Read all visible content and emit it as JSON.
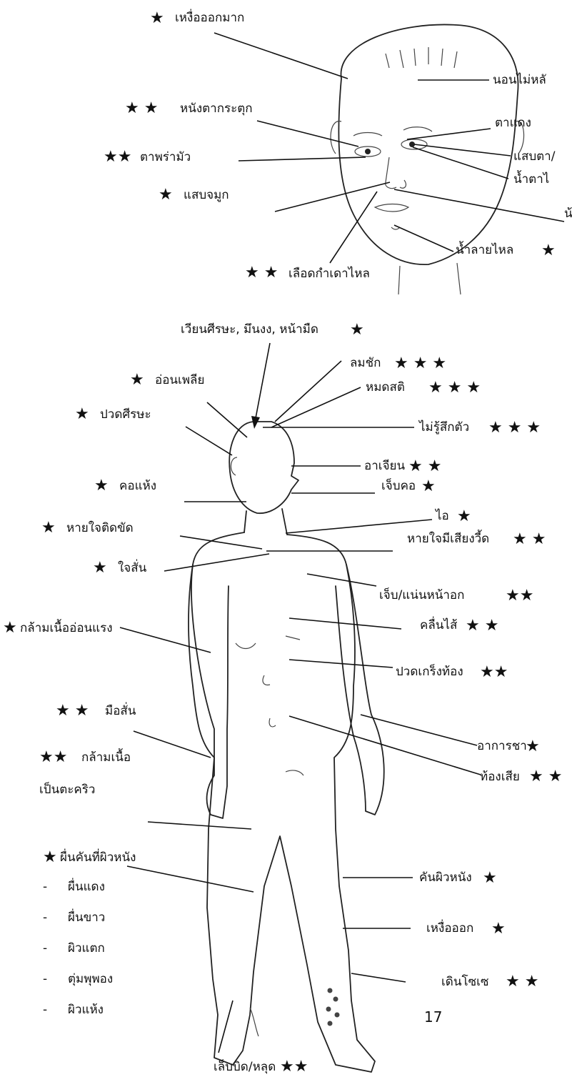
{
  "star": "★",
  "face_labels": [
    {
      "id": "heavy-sweating",
      "text": "เหงื่อออกมาก",
      "stars": "★"
    },
    {
      "id": "insomnia",
      "text": "นอนไม่หลั",
      "stars": ""
    },
    {
      "id": "eyelid-twitch",
      "text": "หนังตากระตุก",
      "stars": "★ ★"
    },
    {
      "id": "red-eyes",
      "text": "ตาแดง",
      "stars": ""
    },
    {
      "id": "blurred-vision",
      "text": "ตาพร่ามัว",
      "stars": "★★"
    },
    {
      "id": "eye-irritation",
      "text": "แสบตา/",
      "stars": ""
    },
    {
      "id": "tearing",
      "text": "น้ำตาไ",
      "stars": ""
    },
    {
      "id": "nose-irritation",
      "text": "แสบจมูก",
      "stars": "★"
    },
    {
      "id": "runny-nose",
      "text": "น้",
      "stars": ""
    },
    {
      "id": "nosebleed",
      "text": "เลือดกำเดาไหล",
      "stars": "★ ★"
    },
    {
      "id": "drooling",
      "text": "น้ำลายไหล",
      "stars": "★"
    }
  ],
  "body_labels": [
    {
      "id": "dizziness",
      "text": "เวียนศีรษะ, มึนงง, หน้ามืด",
      "stars": "★"
    },
    {
      "id": "seizure",
      "text": "ลมชัก",
      "stars": "★ ★ ★"
    },
    {
      "id": "fatigue",
      "text": "อ่อนเพลีย",
      "stars": "★"
    },
    {
      "id": "fainting",
      "text": "หมดสติ",
      "stars": "★ ★ ★"
    },
    {
      "id": "headache",
      "text": "ปวดศีรษะ",
      "stars": "★"
    },
    {
      "id": "unconscious",
      "text": "ไม่รู้สึกตัว",
      "stars": "★ ★ ★"
    },
    {
      "id": "vomiting",
      "text": "อาเจียน",
      "stars": "★ ★"
    },
    {
      "id": "dry-throat",
      "text": "คอแห้ง",
      "stars": "★"
    },
    {
      "id": "sore-throat",
      "text": "เจ็บคอ",
      "stars": "★"
    },
    {
      "id": "cough",
      "text": "ไอ",
      "stars": "★"
    },
    {
      "id": "shortness-of-breath",
      "text": "หายใจติดขัด",
      "stars": "★"
    },
    {
      "id": "wheezing",
      "text": "หายใจมีเสียงวี้ด",
      "stars": "★ ★"
    },
    {
      "id": "palpitations",
      "text": "ใจสั่น",
      "stars": "★"
    },
    {
      "id": "chest-pain",
      "text": "เจ็บ/แน่นหน้าอก",
      "stars": "★★"
    },
    {
      "id": "nausea",
      "text": "คลื่นไส้",
      "stars": "★ ★"
    },
    {
      "id": "muscle-weakness",
      "text": "กล้ามเนื้ออ่อนแรง",
      "stars": "★"
    },
    {
      "id": "abdominal-cramps",
      "text": "ปวดเกร็งท้อง",
      "stars": "★★"
    },
    {
      "id": "hand-tremor",
      "text": "มือสั่น",
      "stars": "★ ★"
    },
    {
      "id": "numbness",
      "text": "อาการชา",
      "stars": "★"
    },
    {
      "id": "muscle-cramps-line1",
      "text": "กล้ามเนื้อ",
      "stars": "★★"
    },
    {
      "id": "diarrhea",
      "text": "ท้องเสีย",
      "stars": "★ ★"
    },
    {
      "id": "muscle-cramps-line2",
      "text": "เป็นตะคริว",
      "stars": ""
    },
    {
      "id": "skin-rash",
      "text": "ผื่นคันที่ผิวหนัง",
      "stars": "★"
    },
    {
      "id": "itchy-skin",
      "text": "คันผิวหนัง",
      "stars": "★"
    },
    {
      "id": "sweating",
      "text": "เหงื่อออก",
      "stars": "★"
    },
    {
      "id": "staggering",
      "text": "เดินโซเซ",
      "stars": "★ ★"
    },
    {
      "id": "nail-damage",
      "text": "เล็บบิด/หลุด",
      "stars": "★★"
    }
  ],
  "rash_list": {
    "bullet": "-",
    "items": [
      "ผื่นแดง",
      "ผื่นขาว",
      "ผิวแตก",
      "ตุ่มพุพอง",
      "ผิวแห้ง"
    ]
  },
  "page_number": "17"
}
